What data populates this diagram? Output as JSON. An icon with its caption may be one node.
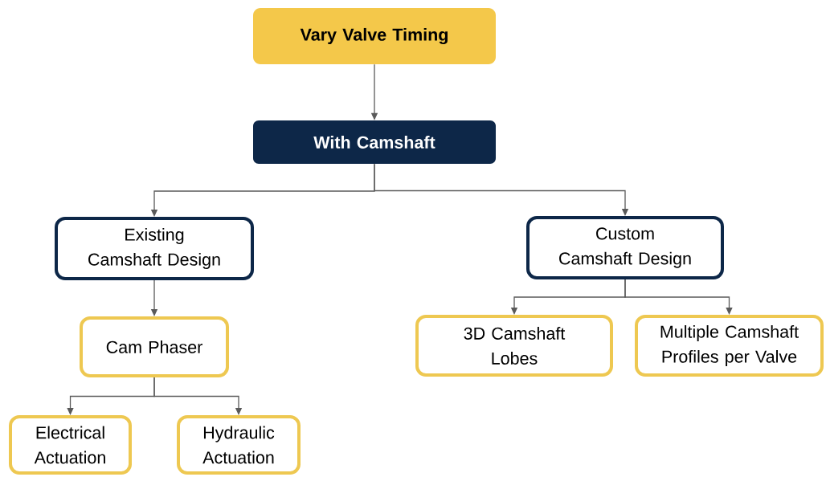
{
  "diagram": {
    "nodes": [
      {
        "text": [
          "Vary Valve Timing"
        ]
      },
      {
        "text": [
          "With Camshaft"
        ]
      },
      {
        "text": [
          "Existing Camshaft Design"
        ]
      },
      {
        "text": [
          "Custom Camshaft Design"
        ]
      },
      {
        "text": [
          "Cam Phaser"
        ]
      },
      {
        "text": [
          "3D Camshaft Lobes"
        ]
      },
      {
        "text": [
          "Multiple Camshaft Profiles per Valve"
        ]
      },
      {
        "text": [
          "Electrical Actuation"
        ]
      },
      {
        "text": [
          "Hydraulic Actuation"
        ]
      }
    ],
    "edges": [
      {
        "from": 0,
        "to": 1,
        "arrow": "to"
      },
      {
        "from": 1,
        "to": 2,
        "arrow": "to"
      },
      {
        "from": 1,
        "to": 3,
        "arrow": "to"
      },
      {
        "from": 2,
        "to": 4,
        "arrow": "to"
      },
      {
        "from": 3,
        "to": 5,
        "arrow": "to"
      },
      {
        "from": 3,
        "to": 6,
        "arrow": "to"
      },
      {
        "from": 4,
        "to": 7,
        "arrow": "to"
      },
      {
        "from": 4,
        "to": 8,
        "arrow": "to"
      }
    ]
  }
}
